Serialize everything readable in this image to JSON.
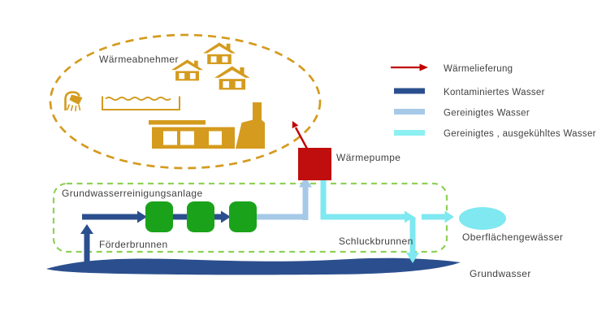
{
  "labels": {
    "waermeabnehmer": "Wärmeabnehmer",
    "waermepumpe": "Wärmepumpe",
    "grundwasserreinigungsanlage": "Grundwasserreinigungsanlage",
    "foerderbrunnen": "Förderbrunnen",
    "schluckbrunnen": "Schluckbrunnen",
    "oberflaechengewaesser": "Oberflächengewässer",
    "grundwasser": "Grundwasser"
  },
  "legend": {
    "items": [
      {
        "label": "Wärmelieferung",
        "swatch": "red-arrow",
        "color": "#c00000"
      },
      {
        "label": "Kontaminiertes Wasser",
        "swatch": "bar",
        "color": "#2b4f8e"
      },
      {
        "label": "Gereinigtes Wasser",
        "swatch": "bar",
        "color": "#a6c9e8"
      },
      {
        "label": "Gereinigtes , ausgekühltes Wasser",
        "swatch": "bar",
        "color": "#8df0f2"
      }
    ]
  },
  "icons": {
    "house": "house-icon",
    "shower": "shower-icon",
    "pool": "pool-icon",
    "factory": "factory-icon",
    "surface_water": "surface-water-ellipse"
  },
  "colors": {
    "gold": "#d49b1e",
    "red": "#c00d0d",
    "dark_blue": "#2b4f8e",
    "light_blue": "#a6c9e8",
    "cyan": "#7fe8f0",
    "green": "#1aa31a",
    "dashed_green": "#8ed155",
    "text": "#404040",
    "background": "#ffffff"
  }
}
